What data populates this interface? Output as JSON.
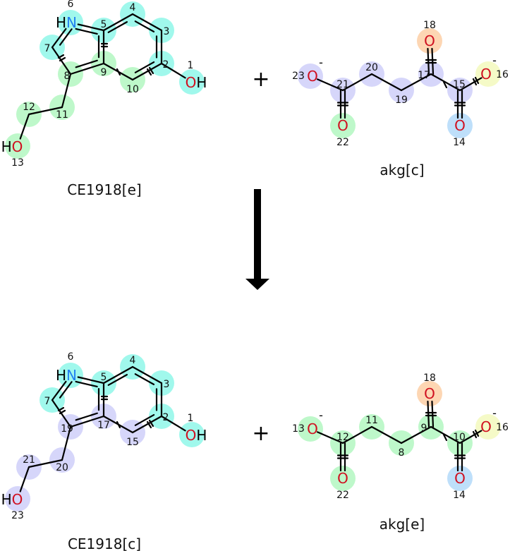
{
  "colors": {
    "cyan": "#80f5e6",
    "green": "#a8f5b8",
    "lavender": "#c8c8f8",
    "orange": "#fcc89a",
    "yellow": "#f2f8b4",
    "blue": "#a8d4f8",
    "oxygen": "#d01020",
    "nitrogen": "#2080f0"
  },
  "plus": "+",
  "arrow": "reaction-arrow",
  "molecules": [
    {
      "name": "CE1918[e]",
      "atoms": [
        {
          "num": "1",
          "label": "OH",
          "hl": "cyan",
          "el": "O"
        },
        {
          "num": "2",
          "hl": "cyan"
        },
        {
          "num": "3",
          "hl": "cyan"
        },
        {
          "num": "4",
          "hl": "cyan"
        },
        {
          "num": "5",
          "hl": "cyan"
        },
        {
          "num": "6",
          "label": "HN",
          "hl": "cyan",
          "el": "N"
        },
        {
          "num": "7",
          "hl": "cyan"
        },
        {
          "num": "8",
          "hl": "green"
        },
        {
          "num": "9",
          "hl": "green"
        },
        {
          "num": "10",
          "hl": "green"
        },
        {
          "num": "11",
          "hl": "green"
        },
        {
          "num": "12",
          "hl": "green"
        },
        {
          "num": "13",
          "label": "HO",
          "hl": "green",
          "el": "O"
        }
      ]
    },
    {
      "name": "akg[c]",
      "atoms": [
        {
          "num": "23",
          "label": "O",
          "charge": "-",
          "hl": "lavender",
          "el": "O"
        },
        {
          "num": "21",
          "hl": "lavender"
        },
        {
          "num": "22",
          "label": "O",
          "hl": "green",
          "el": "O"
        },
        {
          "num": "20",
          "hl": "lavender"
        },
        {
          "num": "19",
          "hl": "lavender"
        },
        {
          "num": "17",
          "hl": "lavender"
        },
        {
          "num": "18",
          "label": "O",
          "hl": "orange",
          "el": "O"
        },
        {
          "num": "15",
          "hl": "lavender"
        },
        {
          "num": "14",
          "label": "O",
          "hl": "blue",
          "el": "O"
        },
        {
          "num": "16",
          "label": "O",
          "charge": "-",
          "hl": "yellow",
          "el": "O"
        }
      ]
    },
    {
      "name": "CE1918[c]",
      "atoms": [
        {
          "num": "1",
          "label": "OH",
          "hl": "cyan",
          "el": "O"
        },
        {
          "num": "2",
          "hl": "cyan"
        },
        {
          "num": "3",
          "hl": "cyan"
        },
        {
          "num": "4",
          "hl": "cyan"
        },
        {
          "num": "5",
          "hl": "cyan"
        },
        {
          "num": "6",
          "label": "HN",
          "hl": "cyan",
          "el": "N"
        },
        {
          "num": "7",
          "hl": "cyan"
        },
        {
          "num": "19",
          "hl": "lavender"
        },
        {
          "num": "17",
          "hl": "lavender"
        },
        {
          "num": "15",
          "hl": "lavender"
        },
        {
          "num": "20",
          "hl": "lavender"
        },
        {
          "num": "21",
          "hl": "lavender"
        },
        {
          "num": "23",
          "label": "HO",
          "hl": "lavender",
          "el": "O"
        }
      ]
    },
    {
      "name": "akg[e]",
      "atoms": [
        {
          "num": "13",
          "label": "O",
          "charge": "-",
          "hl": "green",
          "el": "O"
        },
        {
          "num": "12",
          "hl": "green"
        },
        {
          "num": "22",
          "label": "O",
          "hl": "green",
          "el": "O"
        },
        {
          "num": "11",
          "hl": "green"
        },
        {
          "num": "8",
          "hl": "green"
        },
        {
          "num": "9",
          "hl": "green"
        },
        {
          "num": "18",
          "label": "O",
          "hl": "orange",
          "el": "O"
        },
        {
          "num": "10",
          "hl": "green"
        },
        {
          "num": "14",
          "label": "O",
          "hl": "blue",
          "el": "O"
        },
        {
          "num": "16",
          "label": "O",
          "charge": "-",
          "hl": "yellow",
          "el": "O"
        }
      ]
    }
  ]
}
